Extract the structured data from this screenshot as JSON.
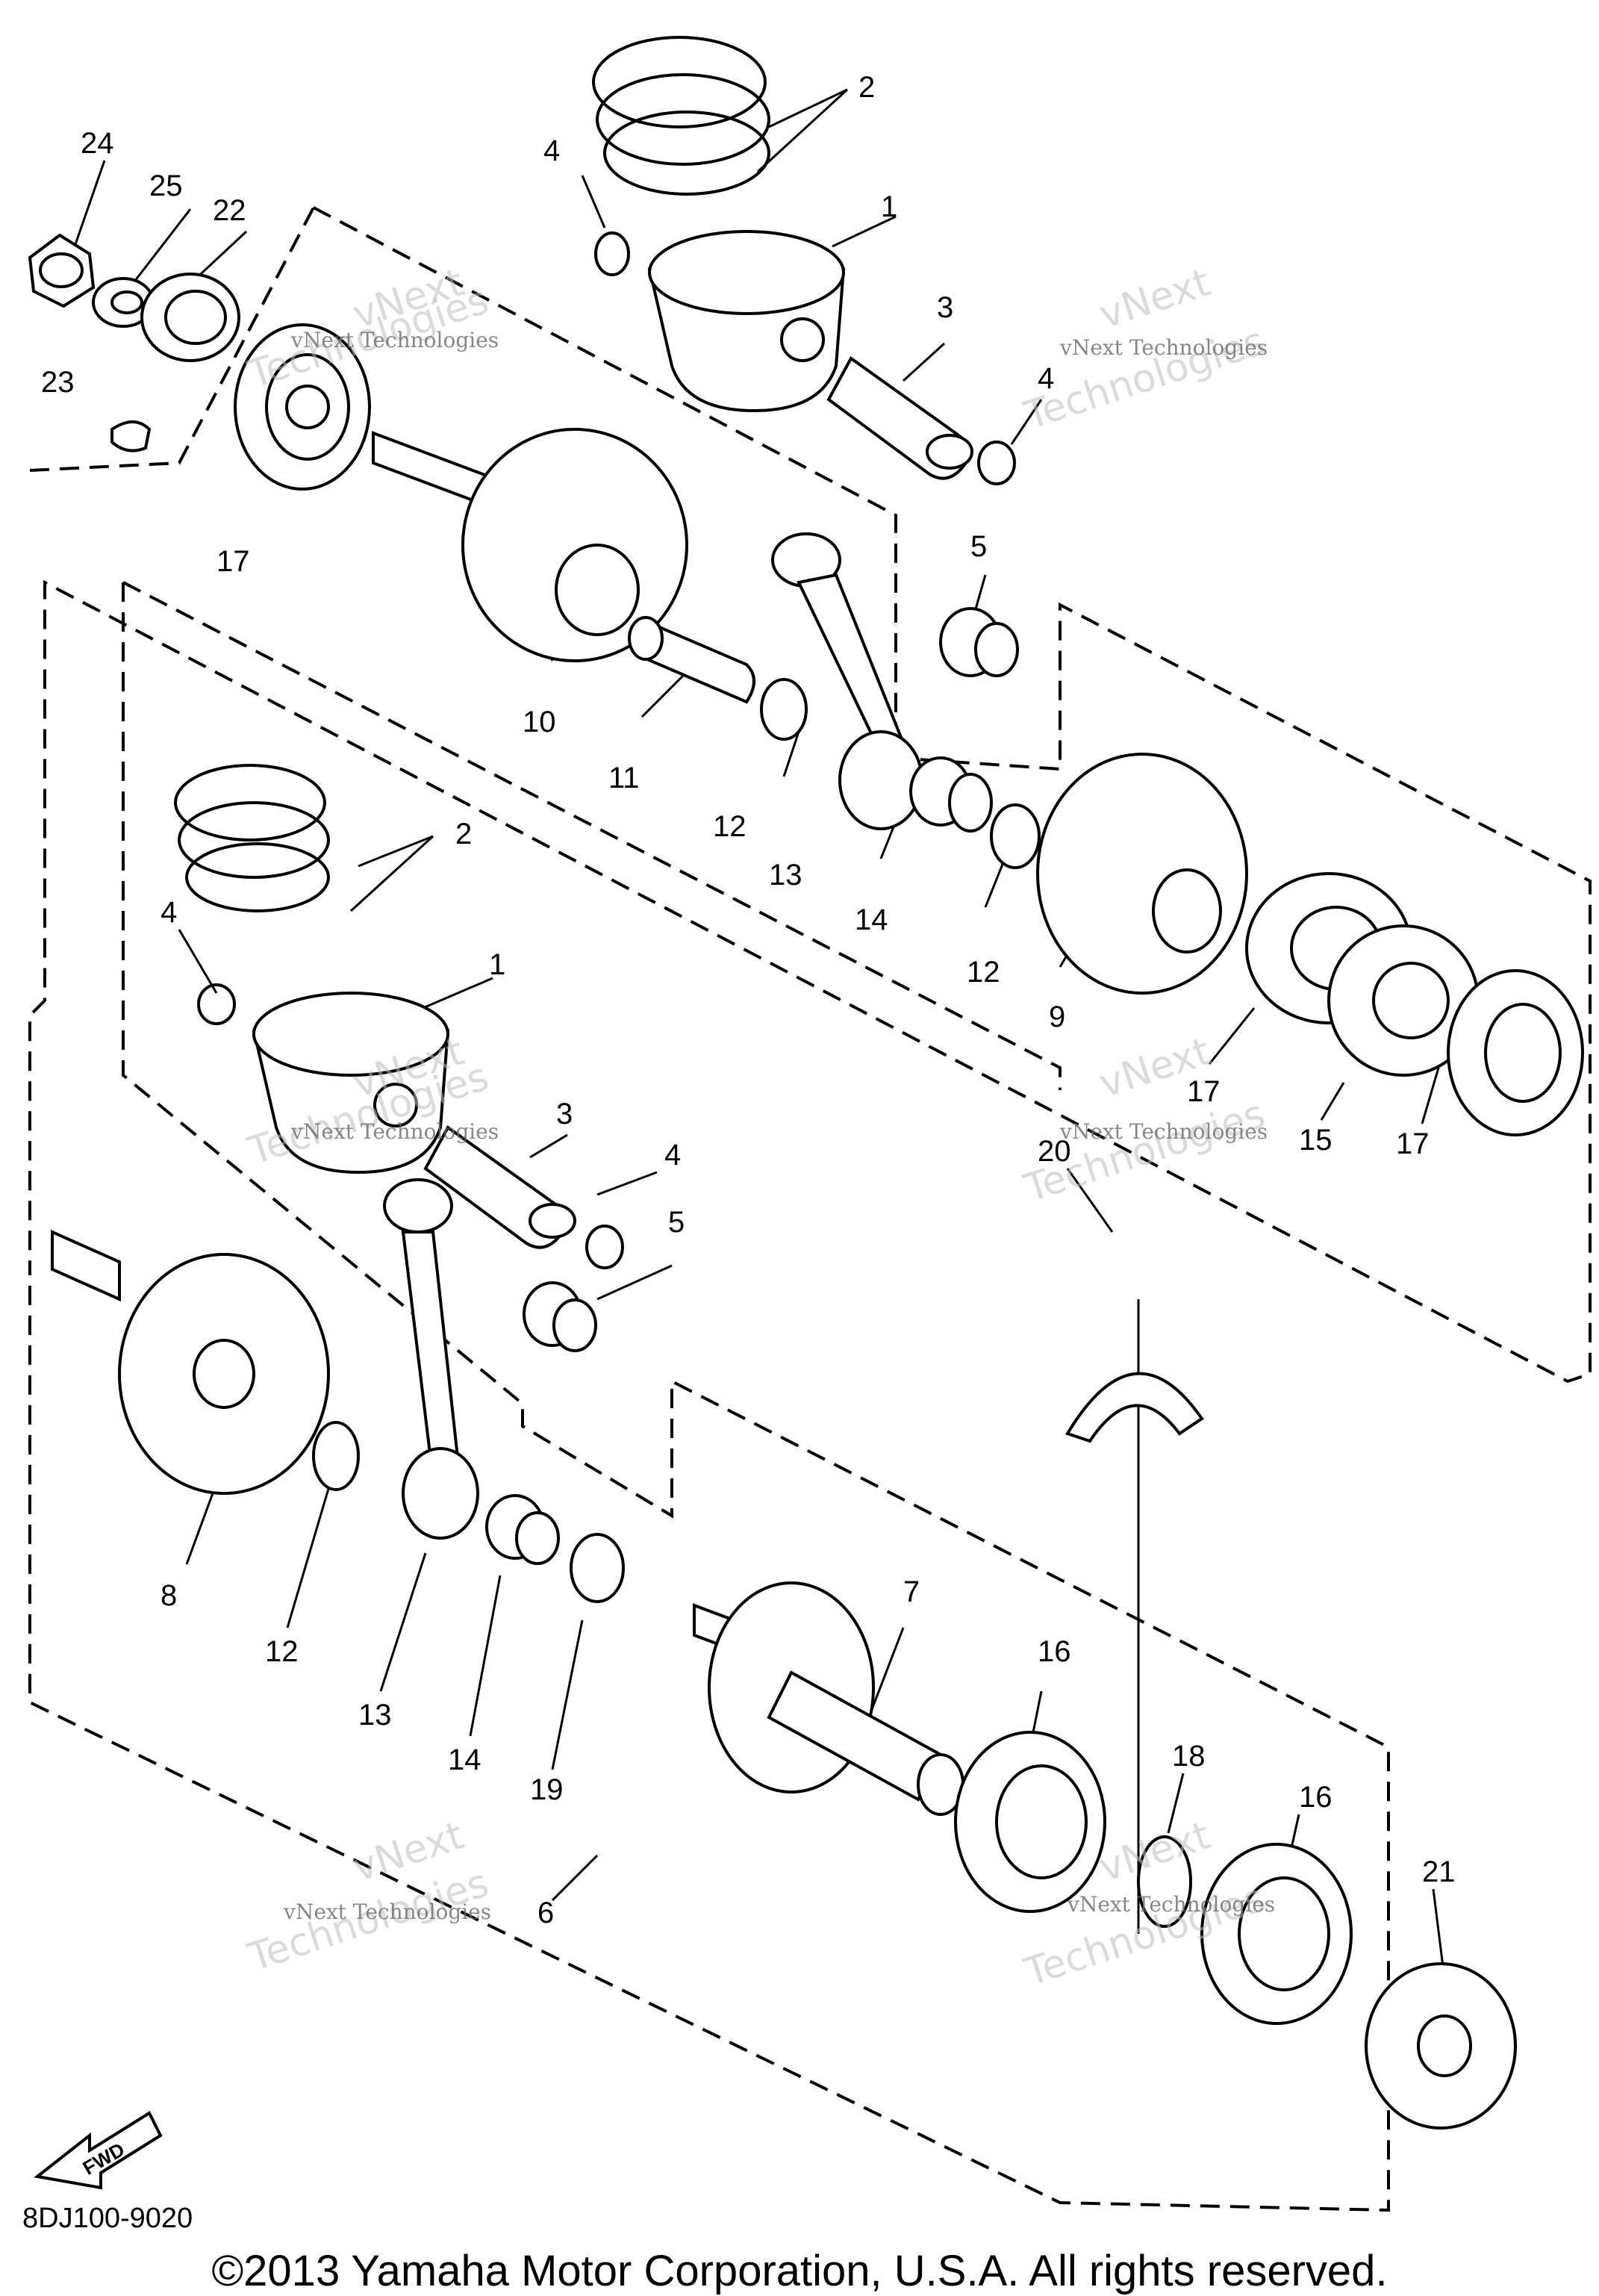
{
  "callouts": {
    "c24": "24",
    "c25": "25",
    "c22": "22",
    "c23": "23",
    "c17a": "17",
    "c4a": "4",
    "c2a": "2",
    "c1a": "1",
    "c3a": "3",
    "c4b": "4",
    "c5a": "5",
    "c10": "10",
    "c11": "11",
    "c12a": "12",
    "c13a": "13",
    "c14a": "14",
    "c12b": "12",
    "c9": "9",
    "c17b": "17",
    "c15": "15",
    "c17c": "17",
    "c2b": "2",
    "c4c": "4",
    "c1b": "1",
    "c3b": "3",
    "c4d": "4",
    "c5b": "5",
    "c20": "20",
    "c8": "8",
    "c12c": "12",
    "c13b": "13",
    "c14b": "14",
    "c19": "19",
    "c7": "7",
    "c16a": "16",
    "c18": "18",
    "c16b": "16",
    "c21": "21",
    "c6": "6"
  },
  "watermark": {
    "line1": "vNext",
    "line2": "Technologies",
    "small": "vNext Technologies"
  },
  "fwd_label": "FWD",
  "part_code": "8DJ100-9020",
  "copyright": "©2013 Yamaha Motor Corporation, U.S.A. All rights reserved."
}
